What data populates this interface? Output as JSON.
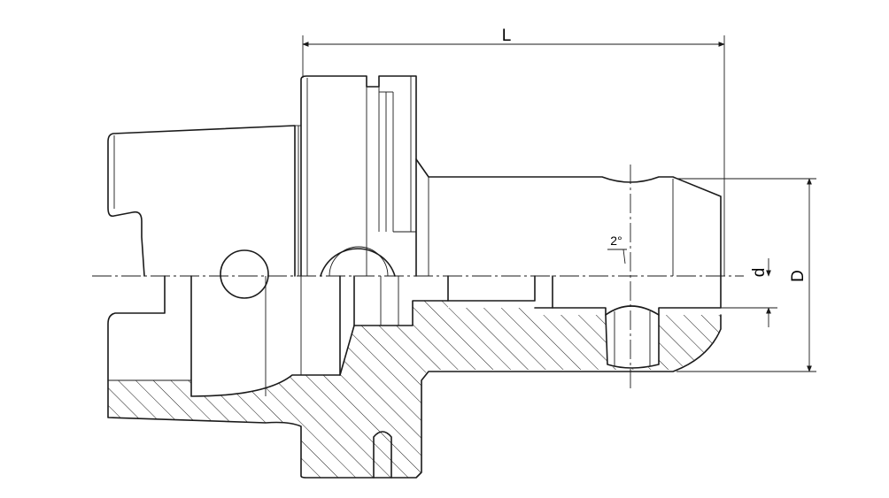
{
  "dimensions": {
    "length_label": "L",
    "outer_diameter_label": "D",
    "inner_diameter_label": "d",
    "angle_label": "2°"
  }
}
